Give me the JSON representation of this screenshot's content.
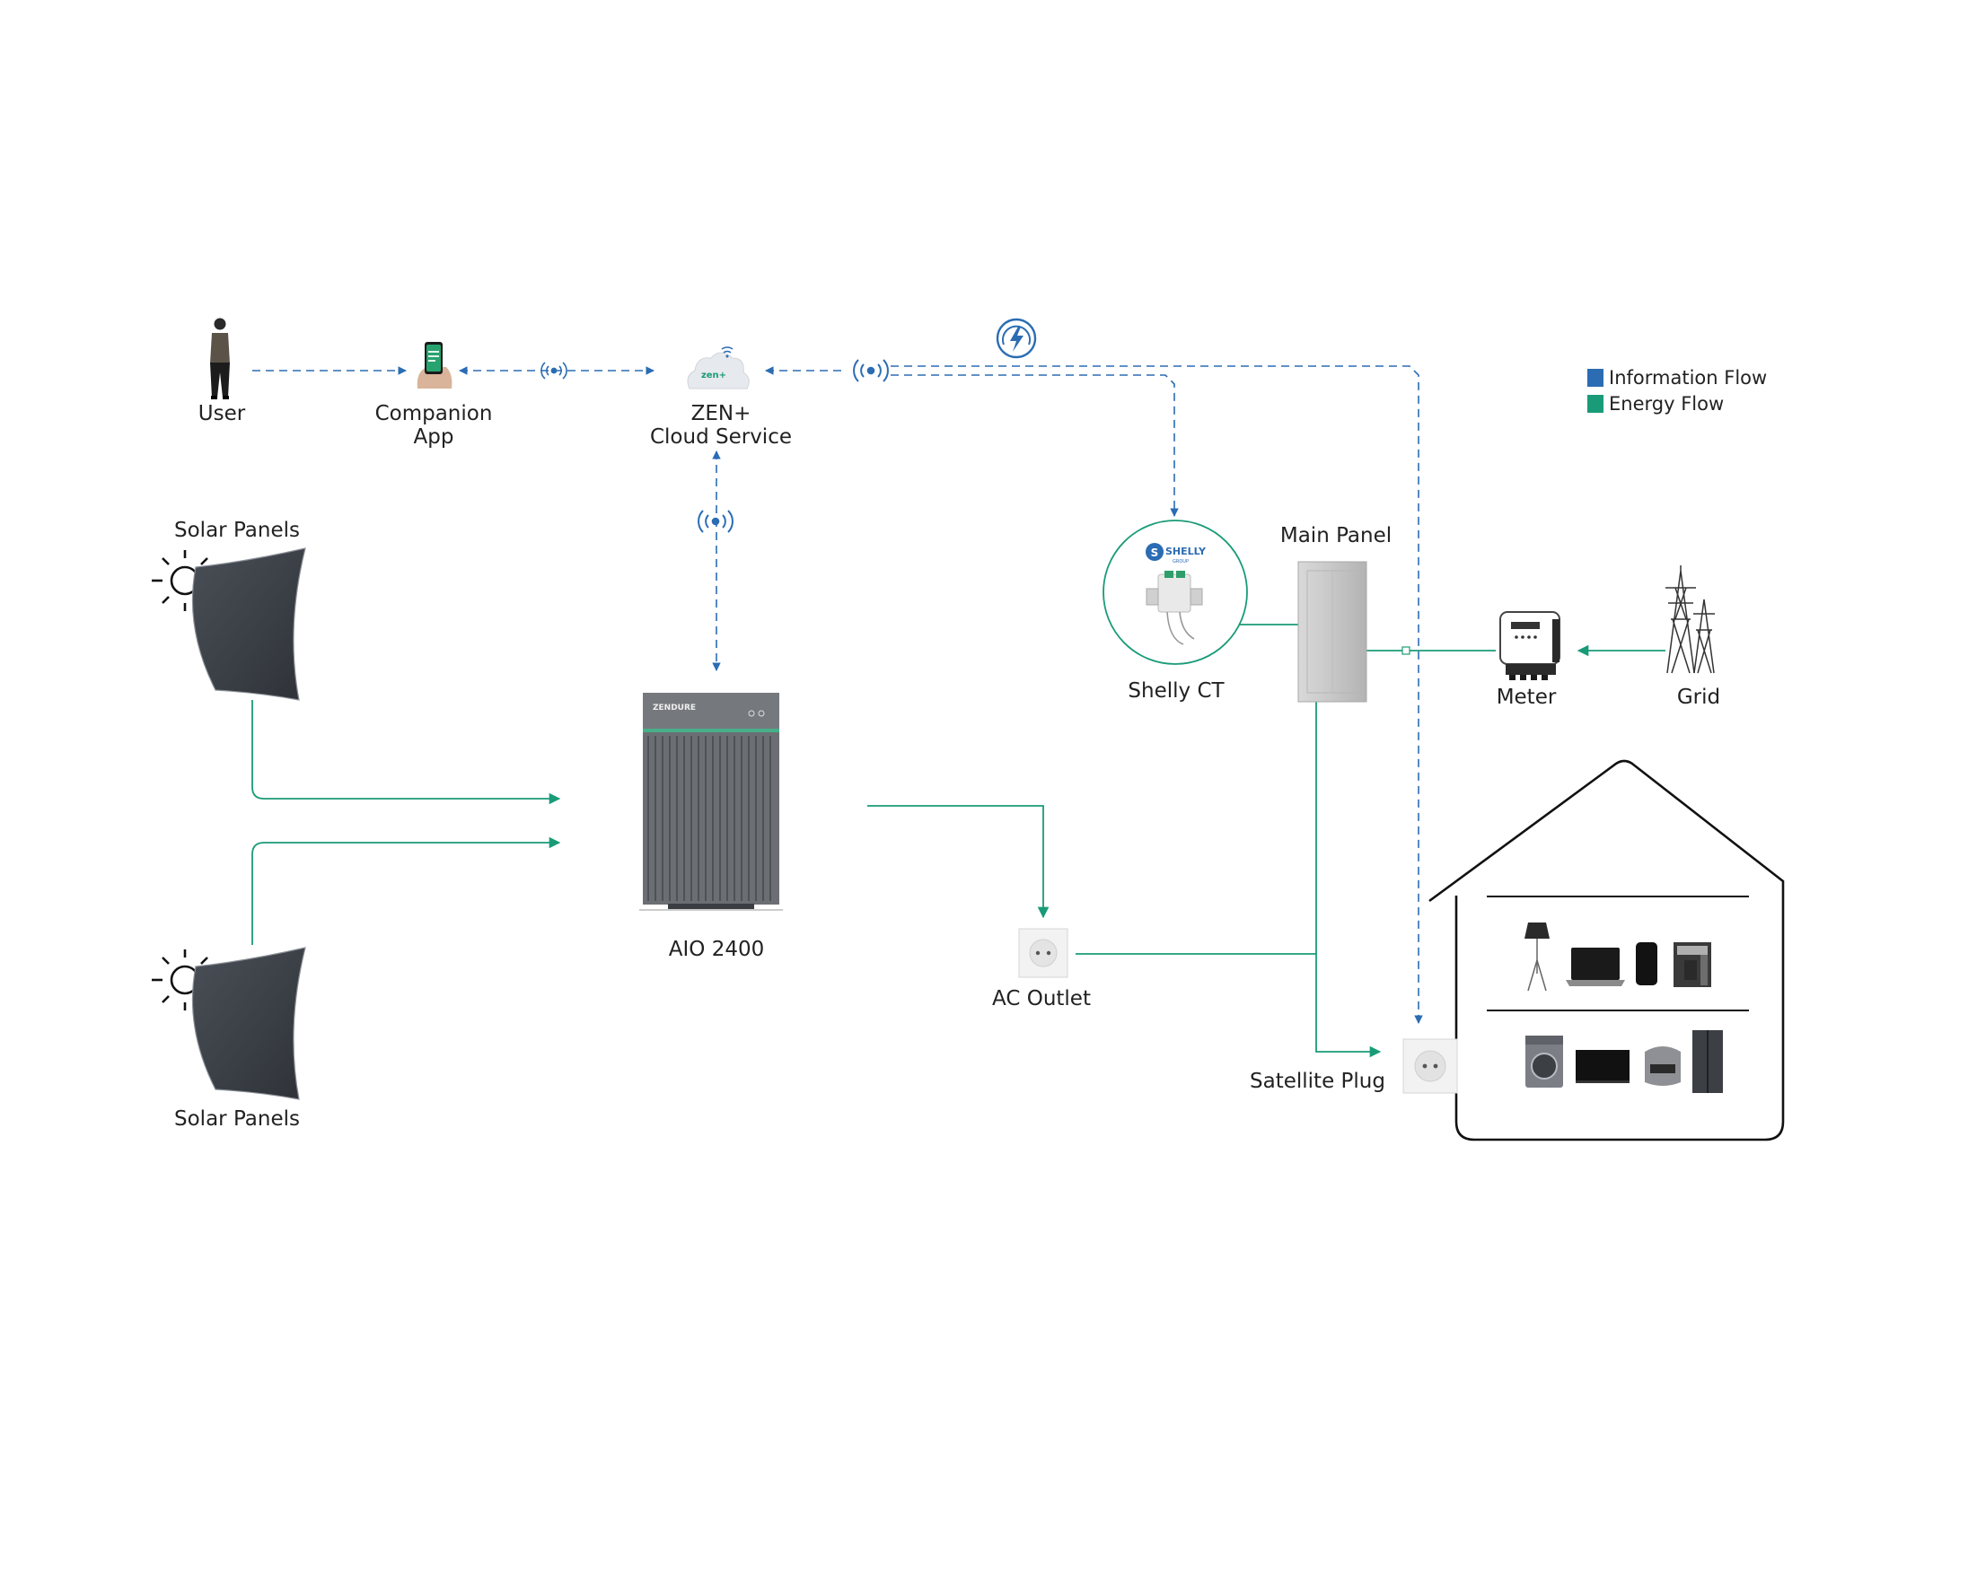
{
  "legend": {
    "information_flow": "Information Flow",
    "energy_flow": "Energy Flow",
    "information_color": "#2b6cb3",
    "energy_color": "#1a9b78"
  },
  "nodes": {
    "user": "User",
    "companion_app_l1": "Companion",
    "companion_app_l2": "App",
    "cloud_l1": "ZEN+",
    "cloud_l2": "Cloud Service",
    "cloud_badge": "zen+",
    "solar_top": "Solar Panels",
    "solar_bottom": "Solar Panels",
    "aio": "AIO 2400",
    "aio_brand": "ZENDURE",
    "ac_outlet": "AC Outlet",
    "shelly_ct": "Shelly CT",
    "shelly_brand": "SHELLY",
    "shelly_group": "GROUP",
    "main_panel": "Main Panel",
    "meter": "Meter",
    "grid": "Grid",
    "satellite_plug": "Satellite Plug"
  },
  "icons": {
    "user": "person-icon",
    "app": "smartphone-icon",
    "cloud": "cloud-icon",
    "wireless": "wireless-signal-icon",
    "meter_gauge": "speedometer-bolt-icon",
    "sun": "sun-icon",
    "house": "house-icon"
  }
}
